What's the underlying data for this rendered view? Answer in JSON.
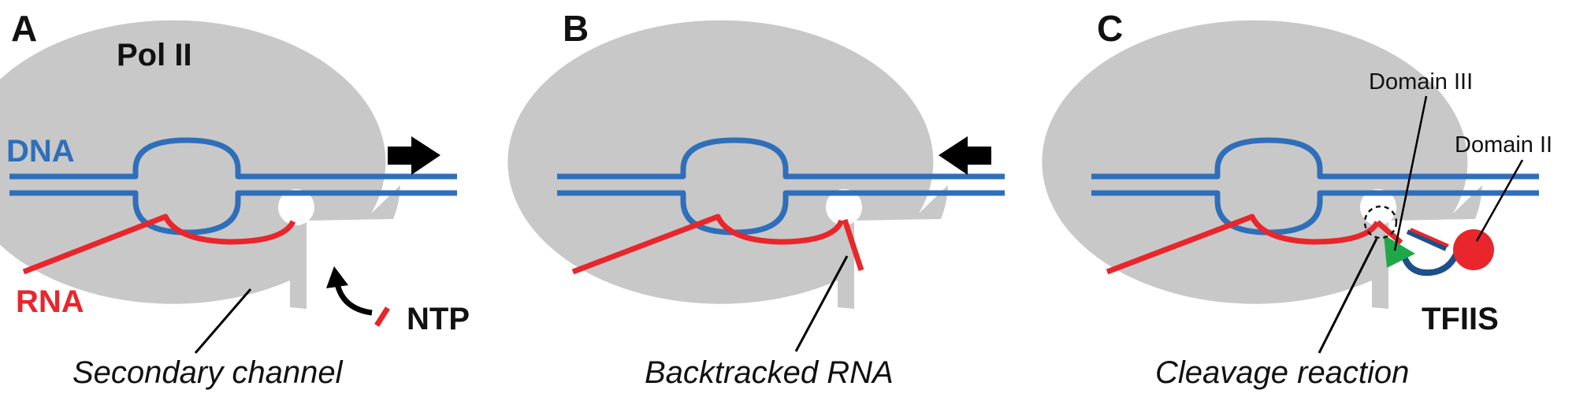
{
  "colors": {
    "polymerase": "#c8c8c8",
    "dna": "#2f6fba",
    "rna": "#e8262b",
    "arrow": "#000000",
    "domain_iii": "#1fa84a",
    "domain_ii": "#e8262b",
    "tfiis_linker": "#1d4f8a"
  },
  "panels": {
    "a": {
      "letter": "A",
      "pol_label": "Pol II",
      "dna_label": "DNA",
      "rna_label": "RNA",
      "ntp_label": "NTP",
      "channel_label": "Secondary channel",
      "motion_arrow": "right-arrow-icon"
    },
    "b": {
      "letter": "B",
      "backtrack_label": "Backtracked RNA",
      "motion_arrow": "left-arrow-icon"
    },
    "c": {
      "letter": "C",
      "domain3_label": "Domain III",
      "domain2_label": "Domain II",
      "tfiis_label": "TFIIS",
      "cleavage_label": "Cleavage reaction"
    }
  }
}
